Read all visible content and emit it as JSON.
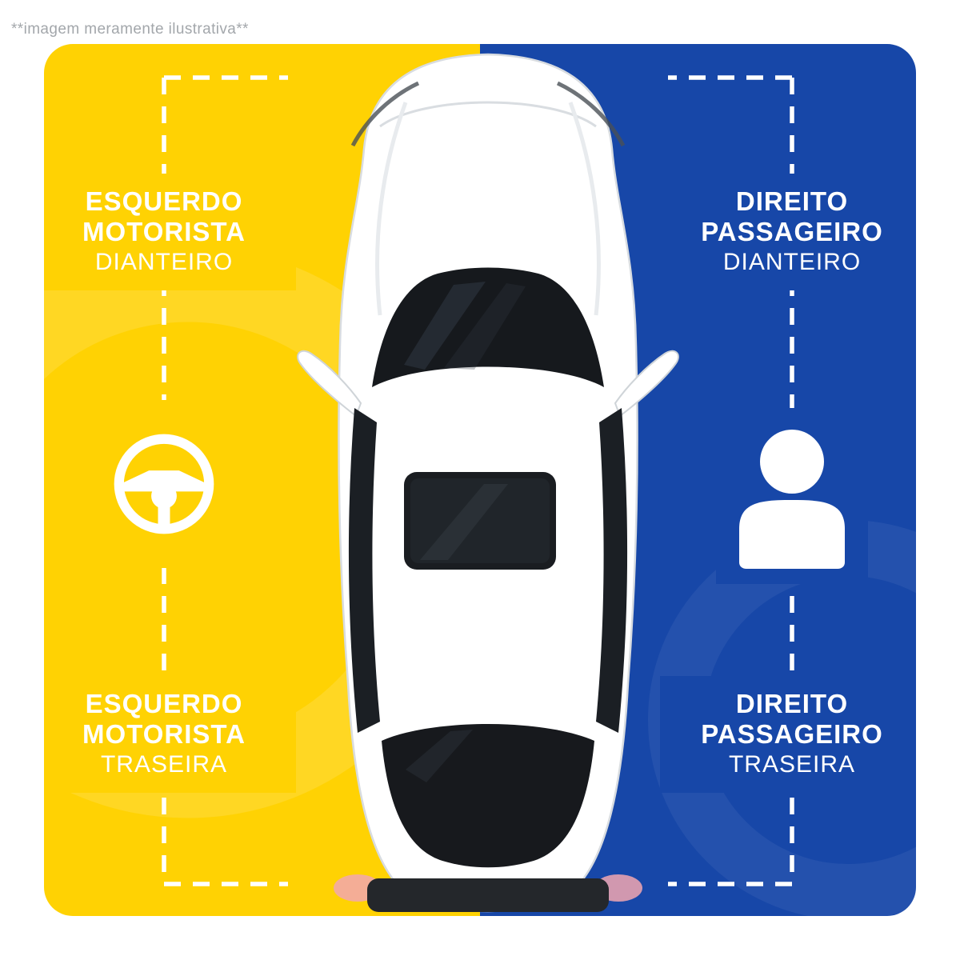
{
  "caption": "**imagem meramente ilustrativa**",
  "colors": {
    "driver_side_yellow": "#FFD203",
    "passenger_side_blue": "#1747A8",
    "label_text": "#FFFFFF",
    "caption_gray": "#A3A7AB"
  },
  "illustration": "white-car-top-view",
  "left_panel": {
    "side": "driver",
    "icon": "steering-wheel-icon",
    "front_label": {
      "l1": "ESQUERDO",
      "l2": "MOTORISTA",
      "l3": "DIANTEIRO"
    },
    "rear_label": {
      "l1": "ESQUERDO",
      "l2": "MOTORISTA",
      "l3": "TRASEIRA"
    }
  },
  "right_panel": {
    "side": "passenger",
    "icon": "person-icon",
    "front_label": {
      "l1": "DIREITO",
      "l2": "PASSAGEIRO",
      "l3": "DIANTEIRO"
    },
    "rear_label": {
      "l1": "DIREITO",
      "l2": "PASSAGEIRO",
      "l3": "TRASEIRA"
    }
  }
}
